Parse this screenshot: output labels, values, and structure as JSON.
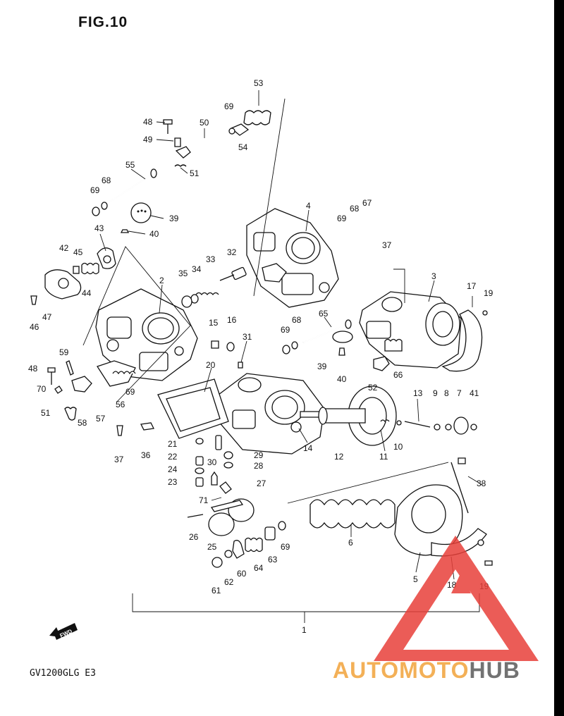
{
  "figure": {
    "title": "FIG.10",
    "model_code": "GV1200GLG E3",
    "fwd_label": "FWD"
  },
  "watermark": {
    "part1": "AUTOMOTO",
    "part2": "HUB",
    "color_red": "#e8403a",
    "color_orange": "#f2a33a",
    "color_gray": "#5a5a5a"
  },
  "callouts": [
    "1",
    "2",
    "3",
    "4",
    "5",
    "6",
    "7",
    "8",
    "9",
    "10",
    "11",
    "12",
    "13",
    "14",
    "15",
    "16",
    "17",
    "18",
    "19",
    "19",
    "20",
    "21",
    "22",
    "23",
    "24",
    "25",
    "26",
    "27",
    "28",
    "29",
    "30",
    "31",
    "32",
    "33",
    "34",
    "35",
    "36",
    "37",
    "37",
    "38",
    "39",
    "39",
    "40",
    "40",
    "41",
    "42",
    "43",
    "44",
    "45",
    "46",
    "47",
    "48",
    "48",
    "49",
    "50",
    "51",
    "51",
    "52",
    "53",
    "54",
    "55",
    "56",
    "57",
    "58",
    "59",
    "60",
    "61",
    "62",
    "63",
    "64",
    "65",
    "66",
    "67",
    "68",
    "68",
    "68",
    "69",
    "69",
    "69",
    "69",
    "69",
    "69",
    "70",
    "71"
  ]
}
